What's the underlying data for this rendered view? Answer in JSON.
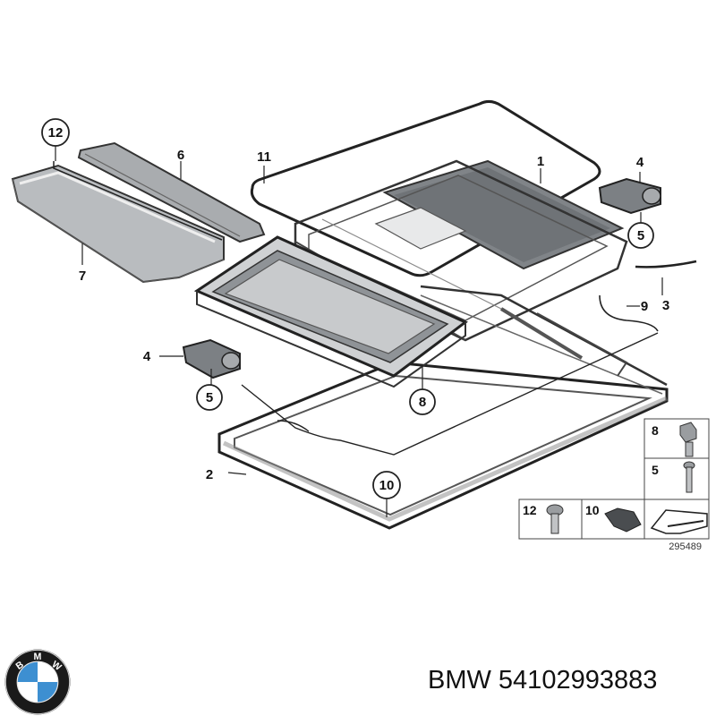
{
  "diagram": {
    "callouts": [
      {
        "id": "c1",
        "label": "1",
        "circled": false
      },
      {
        "id": "c2",
        "label": "2",
        "circled": false
      },
      {
        "id": "c3",
        "label": "3",
        "circled": false
      },
      {
        "id": "c4a",
        "label": "4",
        "circled": false
      },
      {
        "id": "c4b",
        "label": "4",
        "circled": false
      },
      {
        "id": "c5a",
        "label": "5",
        "circled": true
      },
      {
        "id": "c5b",
        "label": "5",
        "circled": true
      },
      {
        "id": "c6",
        "label": "6",
        "circled": false
      },
      {
        "id": "c7",
        "label": "7",
        "circled": false
      },
      {
        "id": "c8",
        "label": "8",
        "circled": true
      },
      {
        "id": "c9",
        "label": "9",
        "circled": false
      },
      {
        "id": "c10",
        "label": "10",
        "circled": true
      },
      {
        "id": "c11",
        "label": "11",
        "circled": false
      },
      {
        "id": "c12",
        "label": "12",
        "circled": true
      }
    ],
    "legend": {
      "bolt_8": "8",
      "screw_5": "5",
      "screw_12": "12",
      "clip_10": "10"
    },
    "reference_number": "295489"
  },
  "caption": {
    "brand": "BMW",
    "part_number": "54102993883",
    "text": "BMW 54102993883"
  },
  "logo": {
    "letters": [
      "B",
      "M",
      "W"
    ],
    "colors": {
      "ring": "#1a1a1a",
      "blue": "#3d8fd1",
      "white": "#ffffff",
      "letter": "#ffffff"
    }
  },
  "colors": {
    "line": "#222222",
    "part_fill": "#b9bcbf",
    "part_dark": "#6e7175",
    "glass": "#9a9ea2",
    "frame": "#cfd1d3"
  }
}
